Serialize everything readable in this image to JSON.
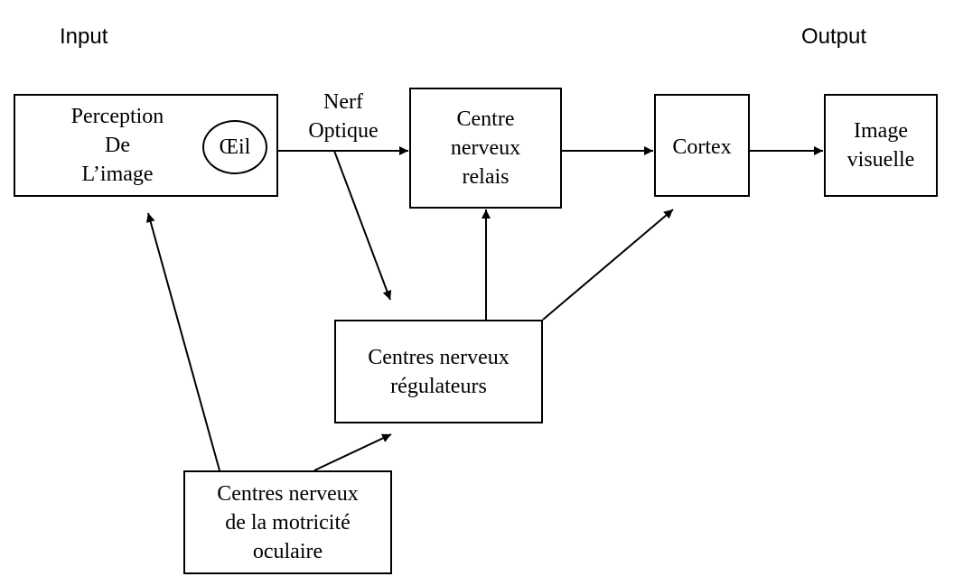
{
  "labels": {
    "input": "Input",
    "output": "Output"
  },
  "nodes": {
    "perception": {
      "text": "Perception\nDe\nL’image",
      "eye": "Œil"
    },
    "relais": {
      "text": "Centre\nnerveux\nrelais"
    },
    "cortex": {
      "text": "Cortex"
    },
    "image": {
      "text": "Image\nvisuelle"
    },
    "regulateurs": {
      "text": "Centres nerveux\nrégulateurs"
    },
    "motricite": {
      "text": "Centres nerveux\nde la motricité\noculaire"
    }
  },
  "edge_labels": {
    "nerf_optique": "Nerf\nOptique"
  },
  "edges": [
    {
      "from": "perception",
      "to": "relais"
    },
    {
      "from": "relais",
      "to": "cortex"
    },
    {
      "from": "cortex",
      "to": "image"
    },
    {
      "from": "nerf_optique",
      "to": "regulateurs"
    },
    {
      "from": "regulateurs",
      "to": "relais"
    },
    {
      "from": "regulateurs",
      "to": "cortex"
    },
    {
      "from": "motricite",
      "to": "perception"
    },
    {
      "from": "motricite",
      "to": "regulateurs"
    }
  ]
}
